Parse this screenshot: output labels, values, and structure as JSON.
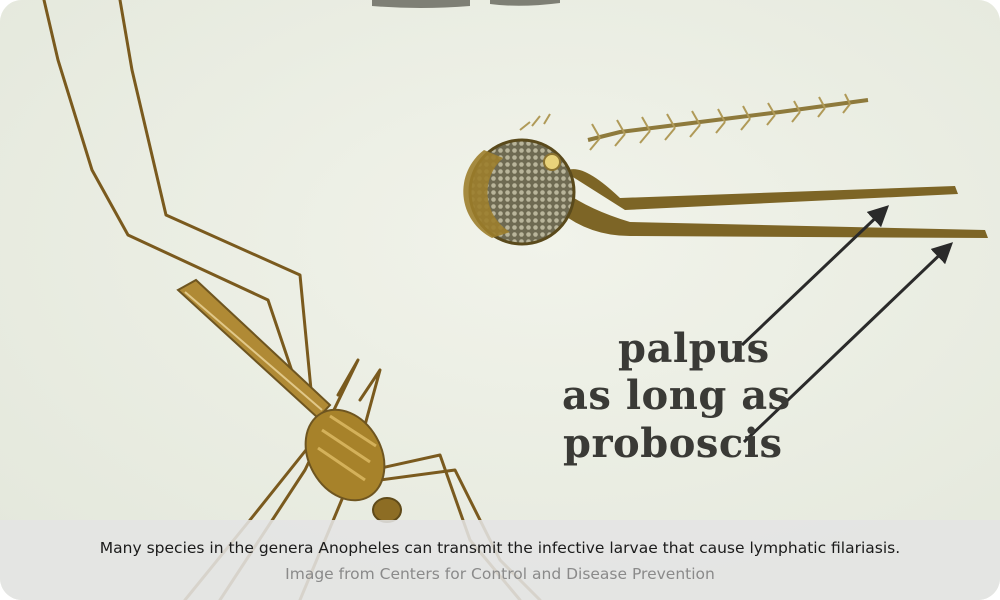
{
  "illustration": {
    "labels": {
      "line1": "palpus",
      "line2": "as long as",
      "line3": "proboscis"
    },
    "colors": {
      "background": "#eceee6",
      "insect_body": "#a7822a",
      "leg_line": "#7a5a1e",
      "arrow": "#2a2a2a"
    }
  },
  "caption": {
    "text": "Many species in the genera Anopheles can transmit the infective larvae that cause lymphatic filariasis.",
    "credit": "Image from Centers for Control and Disease Prevention"
  }
}
